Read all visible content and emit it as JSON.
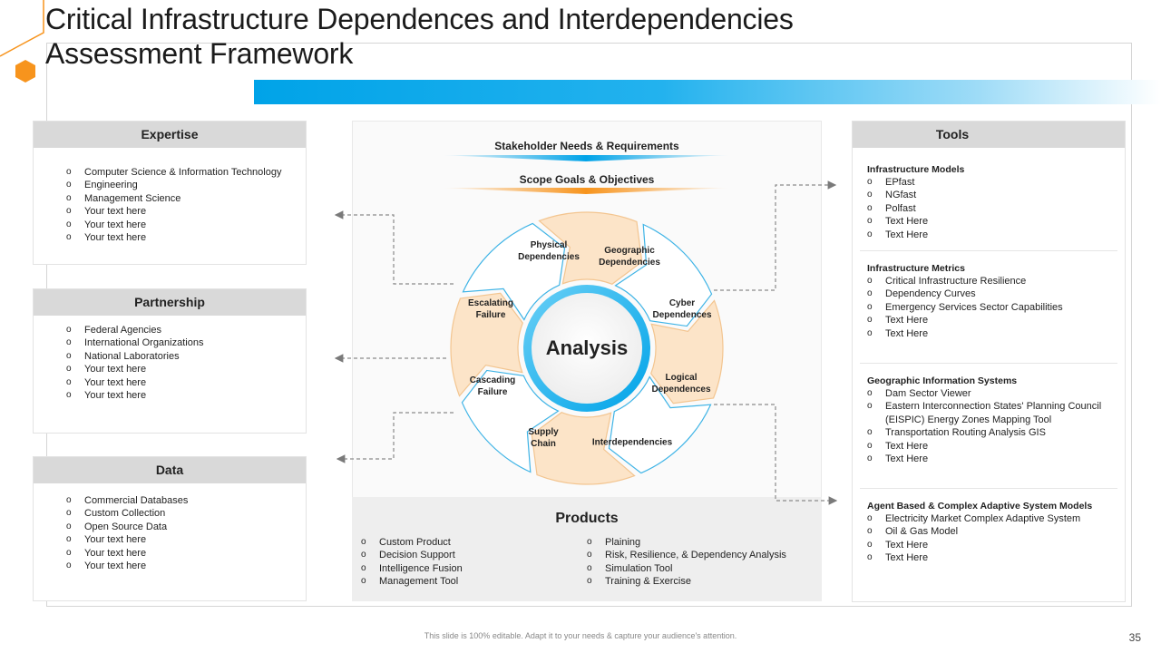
{
  "title": {
    "line1": "Critical Infrastructure Dependences and Interdependencies",
    "line2": "Assessment Framework"
  },
  "expertise": {
    "heading": "Expertise",
    "items": [
      "Computer Science & Information Technology",
      "Engineering",
      "Management Science",
      "Your text here",
      "Your text here",
      "Your text here"
    ]
  },
  "partnership": {
    "heading": "Partnership",
    "items": [
      "Federal Agencies",
      "International Organizations",
      "National Laboratories",
      "Your text here",
      "Your text here",
      "Your text here"
    ]
  },
  "data_panel": {
    "heading": "Data",
    "items": [
      "Commercial Databases",
      "Custom Collection",
      "Open Source Data",
      "Your text here",
      "Your text here",
      "Your text here"
    ]
  },
  "center": {
    "stakeholder": "Stakeholder Needs & Requirements",
    "scope": "Scope Goals & Objectives",
    "hub": "Analysis",
    "segments": {
      "physical": [
        "Physical",
        "Dependencies"
      ],
      "geographic": [
        "Geographic",
        "Dependencies"
      ],
      "cyber": [
        "Cyber",
        "Dependences"
      ],
      "logical": [
        "Logical",
        "Dependences"
      ],
      "interdependencies": [
        "Interdependencies"
      ],
      "supply": [
        "Supply",
        "Chain"
      ],
      "cascading": [
        "Cascading",
        "Failure"
      ],
      "escalating": [
        "Escalating",
        "Failure"
      ]
    }
  },
  "products": {
    "heading": "Products",
    "left": [
      "Custom Product",
      "Decision Support",
      "Intelligence Fusion",
      "Management Tool"
    ],
    "right": [
      "Plaining",
      "Risk, Resilience, & Dependency Analysis",
      "Simulation Tool",
      "Training & Exercise"
    ]
  },
  "tools": {
    "heading": "Tools",
    "groups": [
      {
        "title": "Infrastructure Models",
        "items": [
          "EPfast",
          "NGfast",
          "Polfast",
          "Text Here",
          "Text Here"
        ]
      },
      {
        "title": "Infrastructure Metrics",
        "items": [
          "Critical Infrastructure Resilience",
          "Dependency Curves",
          "Emergency Services Sector Capabilities",
          "Text Here",
          "Text Here"
        ]
      },
      {
        "title": "Geographic Information Systems",
        "items": [
          "Dam Sector Viewer",
          "Eastern Interconnection States' Planning Council (EISPIC) Energy Zones Mapping Tool",
          "Transportation Routing Analysis GIS",
          "Text Here",
          "Text Here"
        ]
      },
      {
        "title": "Agent Based & Complex Adaptive System Models",
        "items": [
          "Electricity Market Complex Adaptive System",
          "Oil & Gas Model",
          "Text Here",
          "Text Here"
        ]
      }
    ]
  },
  "footer": "This slide is 100% editable. Adapt it to your needs & capture your audience's attention.",
  "page_number": "35",
  "colors": {
    "accent_blue": "#00a3e8",
    "orange": "#f7941d",
    "segment_fill": "#fce4c8",
    "panel_header": "#d9d9d9"
  }
}
